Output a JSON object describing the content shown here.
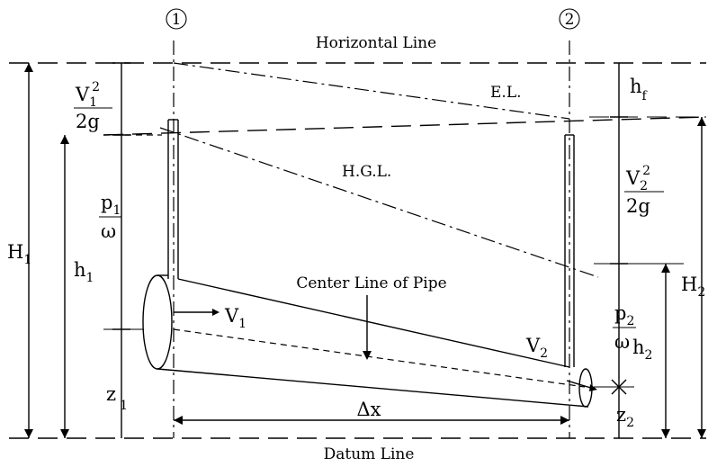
{
  "diagram": {
    "section_markers": [
      "1",
      "2"
    ],
    "labels": {
      "horizontal_line": "Horizontal Line",
      "energy_line": "E.L.",
      "hgl": "H.G.L.",
      "center_line": "Center Line of Pipe",
      "datum_line": "Datum Line",
      "delta_x": "Δx"
    },
    "symbols": {
      "H1": {
        "main": "H",
        "sub": "1"
      },
      "h1": {
        "main": "h",
        "sub": "1"
      },
      "z1": {
        "main": "z",
        "sub": "1"
      },
      "V1": {
        "main": "V",
        "sub": "1"
      },
      "V2": {
        "main": "V",
        "sub": "2"
      },
      "hf": {
        "main": "h",
        "sub": "f"
      },
      "H2": {
        "main": "H",
        "sub": "2"
      },
      "h2": {
        "main": "h",
        "sub": "2"
      },
      "z2": {
        "main": "z",
        "sub": "2"
      }
    },
    "fractions": {
      "v1_head": {
        "num_main": "V",
        "num_sub": "1",
        "num_sup": "2",
        "den": "2g"
      },
      "v2_head": {
        "num_main": "V",
        "num_sub": "2",
        "num_sup": "2",
        "den": "2g"
      },
      "p1_head": {
        "num_main": "p",
        "num_sub": "1",
        "den": "ω"
      },
      "p2_head": {
        "num_main": "p",
        "num_sub": "2",
        "den": "ω"
      }
    }
  }
}
